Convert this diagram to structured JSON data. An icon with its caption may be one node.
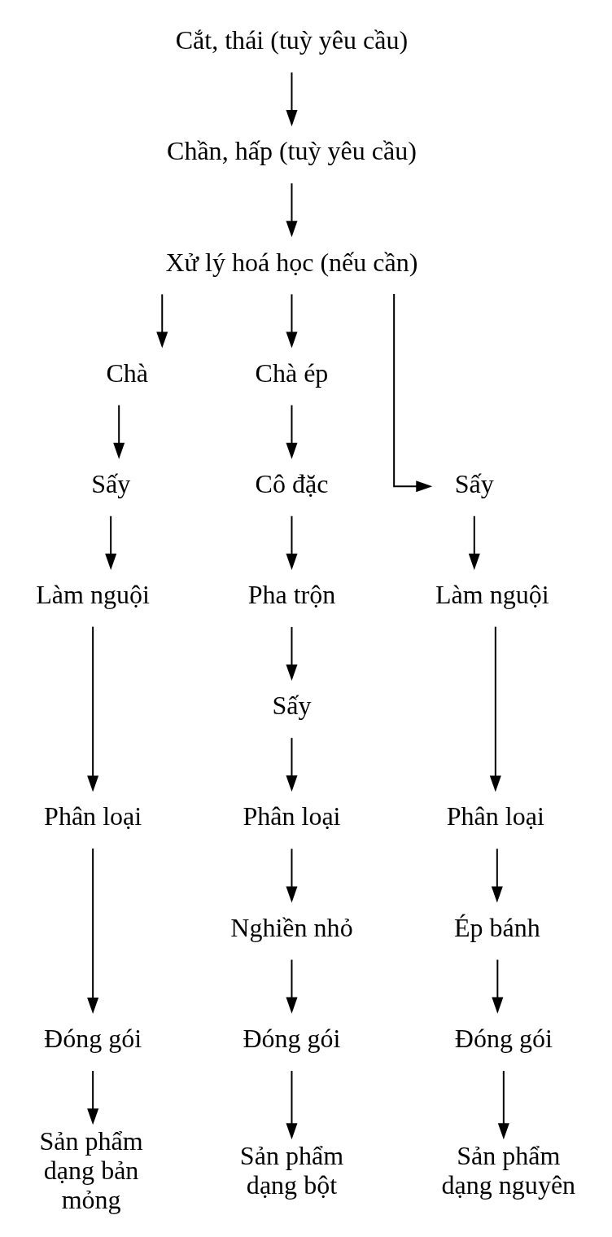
{
  "diagram": {
    "nodes": [
      {
        "text": [
          "Cắt, thái (tuỳ yêu cầu)"
        ]
      },
      {
        "text": [
          "Chần, hấp (tuỳ yêu cầu)"
        ]
      },
      {
        "text": [
          "Xử lý hoá học (nếu cần)"
        ]
      },
      {
        "text": [
          "Chà"
        ]
      },
      {
        "text": [
          "Chà ép"
        ]
      },
      {
        "text": [
          "Sấy"
        ]
      },
      {
        "text": [
          "Sấy"
        ]
      },
      {
        "text": [
          "Cô đặc"
        ]
      },
      {
        "text": [
          "Làm nguội"
        ]
      },
      {
        "text": [
          "Làm nguội"
        ]
      },
      {
        "text": [
          "Pha trộn"
        ]
      },
      {
        "text": [
          "Sấy"
        ]
      },
      {
        "text": [
          "Phân loại"
        ]
      },
      {
        "text": [
          "Phân loại"
        ]
      },
      {
        "text": [
          "Phân loại"
        ]
      },
      {
        "text": [
          "Ép bánh"
        ]
      },
      {
        "text": [
          "Nghiền nhỏ"
        ]
      },
      {
        "text": [
          "Đóng gói"
        ]
      },
      {
        "text": [
          "Đóng gói"
        ]
      },
      {
        "text": [
          "Đóng gói"
        ]
      },
      {
        "text": [
          "Sản phẩm dạng nguyên"
        ]
      },
      {
        "text": [
          "Sản phẩm dạng bản mỏng"
        ]
      },
      {
        "text": [
          "Sản phẩm dạng bột"
        ]
      }
    ],
    "edges": [
      {
        "from": 0,
        "to": 1,
        "arrow": "to"
      },
      {
        "from": 1,
        "to": 2,
        "arrow": "to"
      },
      {
        "from": 2,
        "to": 5,
        "arrow": "to"
      },
      {
        "from": 2,
        "to": 3,
        "arrow": "to"
      },
      {
        "from": 2,
        "to": 4,
        "arrow": "to"
      },
      {
        "from": 3,
        "to": 6,
        "arrow": "to"
      },
      {
        "from": 4,
        "to": 7,
        "arrow": "to"
      },
      {
        "from": 5,
        "to": 8,
        "arrow": "to"
      },
      {
        "from": 6,
        "to": 9,
        "arrow": "to"
      },
      {
        "from": 7,
        "to": 10,
        "arrow": "to"
      },
      {
        "from": 10,
        "to": 11,
        "arrow": "to"
      },
      {
        "from": 8,
        "to": 12,
        "arrow": "to"
      },
      {
        "from": 9,
        "to": 13,
        "arrow": "to"
      },
      {
        "from": 11,
        "to": 14,
        "arrow": "to"
      },
      {
        "from": 12,
        "to": 15,
        "arrow": "to"
      },
      {
        "from": 14,
        "to": 16,
        "arrow": "to"
      },
      {
        "from": 15,
        "to": 17,
        "arrow": "to"
      },
      {
        "from": 13,
        "to": 18,
        "arrow": "to"
      },
      {
        "from": 16,
        "to": 19,
        "arrow": "to"
      },
      {
        "from": 17,
        "to": 20,
        "arrow": "to"
      },
      {
        "from": 18,
        "to": 21,
        "arrow": "to"
      },
      {
        "from": 19,
        "to": 22,
        "arrow": "to"
      }
    ]
  }
}
